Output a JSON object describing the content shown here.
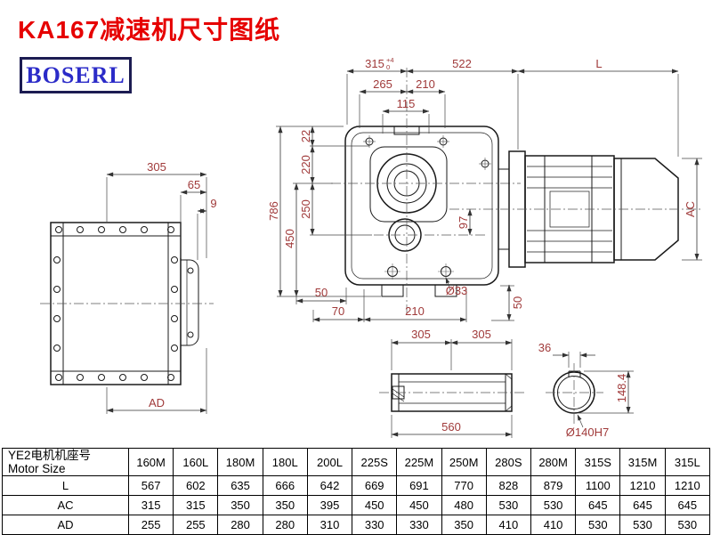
{
  "page": {
    "title": "KA167减速机尺寸图纸",
    "logo_text": "BOSERL"
  },
  "drawing": {
    "dims": {
      "top_width_1": "315",
      "top_width_1_tol_upper": "+4",
      "top_width_1_tol_lower": "0",
      "top_width_2": "522",
      "motor_length": "L",
      "hole_span_1": "265",
      "hole_span_2": "210",
      "hole_span_3": "115",
      "vert_22": "22",
      "vert_220": "220",
      "vert_250": "250",
      "vert_450": "450",
      "total_height": "786",
      "axis_offset": "97",
      "foot_50": "50",
      "foot_70": "70",
      "foot_210": "210",
      "foot_hole_dia": "Ø33",
      "foot_depth_50": "50",
      "motor_dia": "AC",
      "side_width": "305",
      "side_65": "65",
      "side_9": "9",
      "side_height": "AD",
      "shaft_half_1": "305",
      "shaft_half_2": "305",
      "shaft_length": "560",
      "key_width": "36",
      "key_height": "148.4",
      "bore_dia": "Ø140H7"
    }
  },
  "table": {
    "header_cn": "YE2电机机座号",
    "header_en": "Motor Size",
    "sizes": [
      "160M",
      "160L",
      "180M",
      "180L",
      "200L",
      "225S",
      "225M",
      "250M",
      "280S",
      "280M",
      "315S",
      "315M",
      "315L"
    ],
    "rows": [
      {
        "label": "L",
        "values": [
          "567",
          "602",
          "635",
          "666",
          "642",
          "669",
          "691",
          "770",
          "828",
          "879",
          "1100",
          "1210",
          "1210"
        ]
      },
      {
        "label": "AC",
        "values": [
          "315",
          "315",
          "350",
          "350",
          "395",
          "450",
          "450",
          "480",
          "530",
          "530",
          "645",
          "645",
          "645"
        ]
      },
      {
        "label": "AD",
        "values": [
          "255",
          "255",
          "280",
          "280",
          "310",
          "330",
          "330",
          "350",
          "410",
          "410",
          "530",
          "530",
          "530"
        ]
      }
    ]
  }
}
